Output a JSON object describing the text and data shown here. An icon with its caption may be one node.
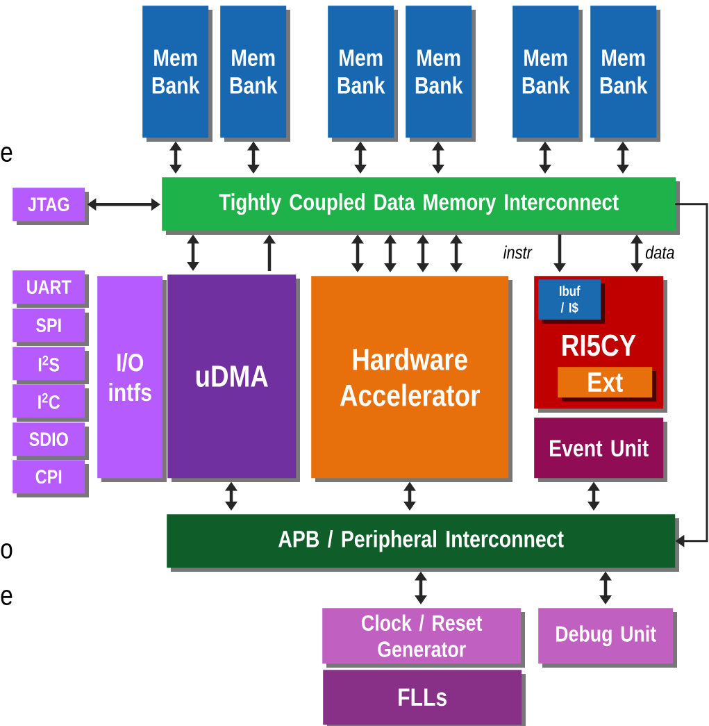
{
  "diagram": {
    "nodes": [
      {
        "text": [
          "Mem Bank"
        ]
      },
      {
        "text": [
          "Mem Bank"
        ]
      },
      {
        "text": [
          "Mem Bank"
        ]
      },
      {
        "text": [
          "Mem Bank"
        ]
      },
      {
        "text": [
          "Mem Bank"
        ]
      },
      {
        "text": [
          "Mem Bank"
        ]
      },
      {
        "text": [
          "Tightly Coupled Data Memory Interconnect"
        ]
      },
      {
        "text": [
          "JTAG"
        ]
      },
      {
        "text": [
          "UART"
        ]
      },
      {
        "text": [
          "SPI"
        ]
      },
      {
        "text": [
          "I$^{2}$S"
        ]
      },
      {
        "text": [
          "I$^{2}$C"
        ]
      },
      {
        "text": [
          "SDIO"
        ]
      },
      {
        "text": [
          "CPI"
        ]
      },
      {
        "text": [
          "I/O intfs"
        ]
      },
      {
        "text": [
          "uDMA"
        ]
      },
      {
        "text": [
          "Hardware Accelerator"
        ]
      },
      {
        "text": [
          "RI5CY"
        ]
      },
      {
        "text": [
          "Ibuf / I$"
        ],
        "in": 17
      },
      {
        "text": [
          "Ext"
        ],
        "in": 17
      },
      {
        "text": [
          "Event Unit"
        ]
      },
      {
        "text": [
          "APB / Peripheral Interconnect"
        ]
      },
      {
        "text": [
          "Clock / Reset Generator"
        ]
      },
      {
        "text": [
          "FLLs"
        ]
      },
      {
        "text": [
          "Debug Unit"
        ]
      }
    ],
    "edges": [
      {
        "from": 0,
        "to": 6,
        "arrow": "both"
      },
      {
        "from": 1,
        "to": 6,
        "arrow": "both"
      },
      {
        "from": 2,
        "to": 6,
        "arrow": "both"
      },
      {
        "from": 3,
        "to": 6,
        "arrow": "both"
      },
      {
        "from": 4,
        "to": 6,
        "arrow": "both"
      },
      {
        "from": 5,
        "to": 6,
        "arrow": "both"
      },
      {
        "from": 7,
        "to": 6,
        "arrow": "both"
      },
      {
        "from": 6,
        "to": 15,
        "arrow": "both"
      },
      {
        "from": 15,
        "to": 6,
        "arrow": "to"
      },
      {
        "from": 6,
        "to": 16,
        "arrow": "both"
      },
      {
        "from": 6,
        "to": 16,
        "arrow": "both"
      },
      {
        "from": 6,
        "to": 16,
        "arrow": "both"
      },
      {
        "from": 6,
        "to": 16,
        "arrow": "both"
      },
      {
        "from": 6,
        "to": 17,
        "arrow": "to",
        "label": "instr"
      },
      {
        "from": 6,
        "to": 17,
        "arrow": "both",
        "label": "data"
      },
      {
        "from": 6,
        "to": 21,
        "arrow": "to"
      },
      {
        "from": 15,
        "to": 21,
        "arrow": "both"
      },
      {
        "from": 16,
        "to": 21,
        "arrow": "both"
      },
      {
        "from": 20,
        "to": 21,
        "arrow": "both"
      },
      {
        "from": 21,
        "to": 22,
        "arrow": "both"
      },
      {
        "from": 21,
        "to": 24,
        "arrow": "both"
      }
    ],
    "labels": [
      "e",
      "o",
      "e"
    ]
  }
}
